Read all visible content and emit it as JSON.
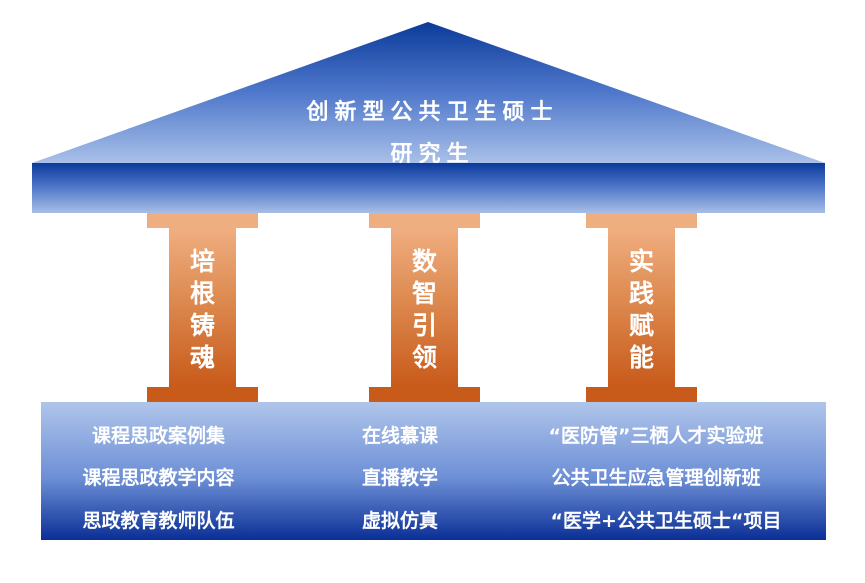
{
  "roof": {
    "title_line1": "创新型公共卫生硕士",
    "title_line2": "研究生"
  },
  "pillars": [
    {
      "label": [
        "培",
        "根",
        "铸",
        "魂"
      ]
    },
    {
      "label": [
        "数",
        "智",
        "引",
        "领"
      ]
    },
    {
      "label": [
        "实",
        "践",
        "赋",
        "能"
      ]
    }
  ],
  "foundation": {
    "columns": [
      [
        "课程思政案例集",
        "课程思政教学内容",
        "思政教育教师队伍"
      ],
      [
        "在线慕课",
        "直播教学",
        "虚拟仿真"
      ],
      [
        "“医防管”三栖人才实验班",
        "公共卫生应急管理创新班",
        "“医学+公共卫生硕士“项目"
      ]
    ]
  },
  "colors": {
    "blue_dark": "#0a2f96",
    "blue_light": "#b0c5ea",
    "orange_dark": "#c85a1a",
    "orange_light": "#efae80"
  }
}
